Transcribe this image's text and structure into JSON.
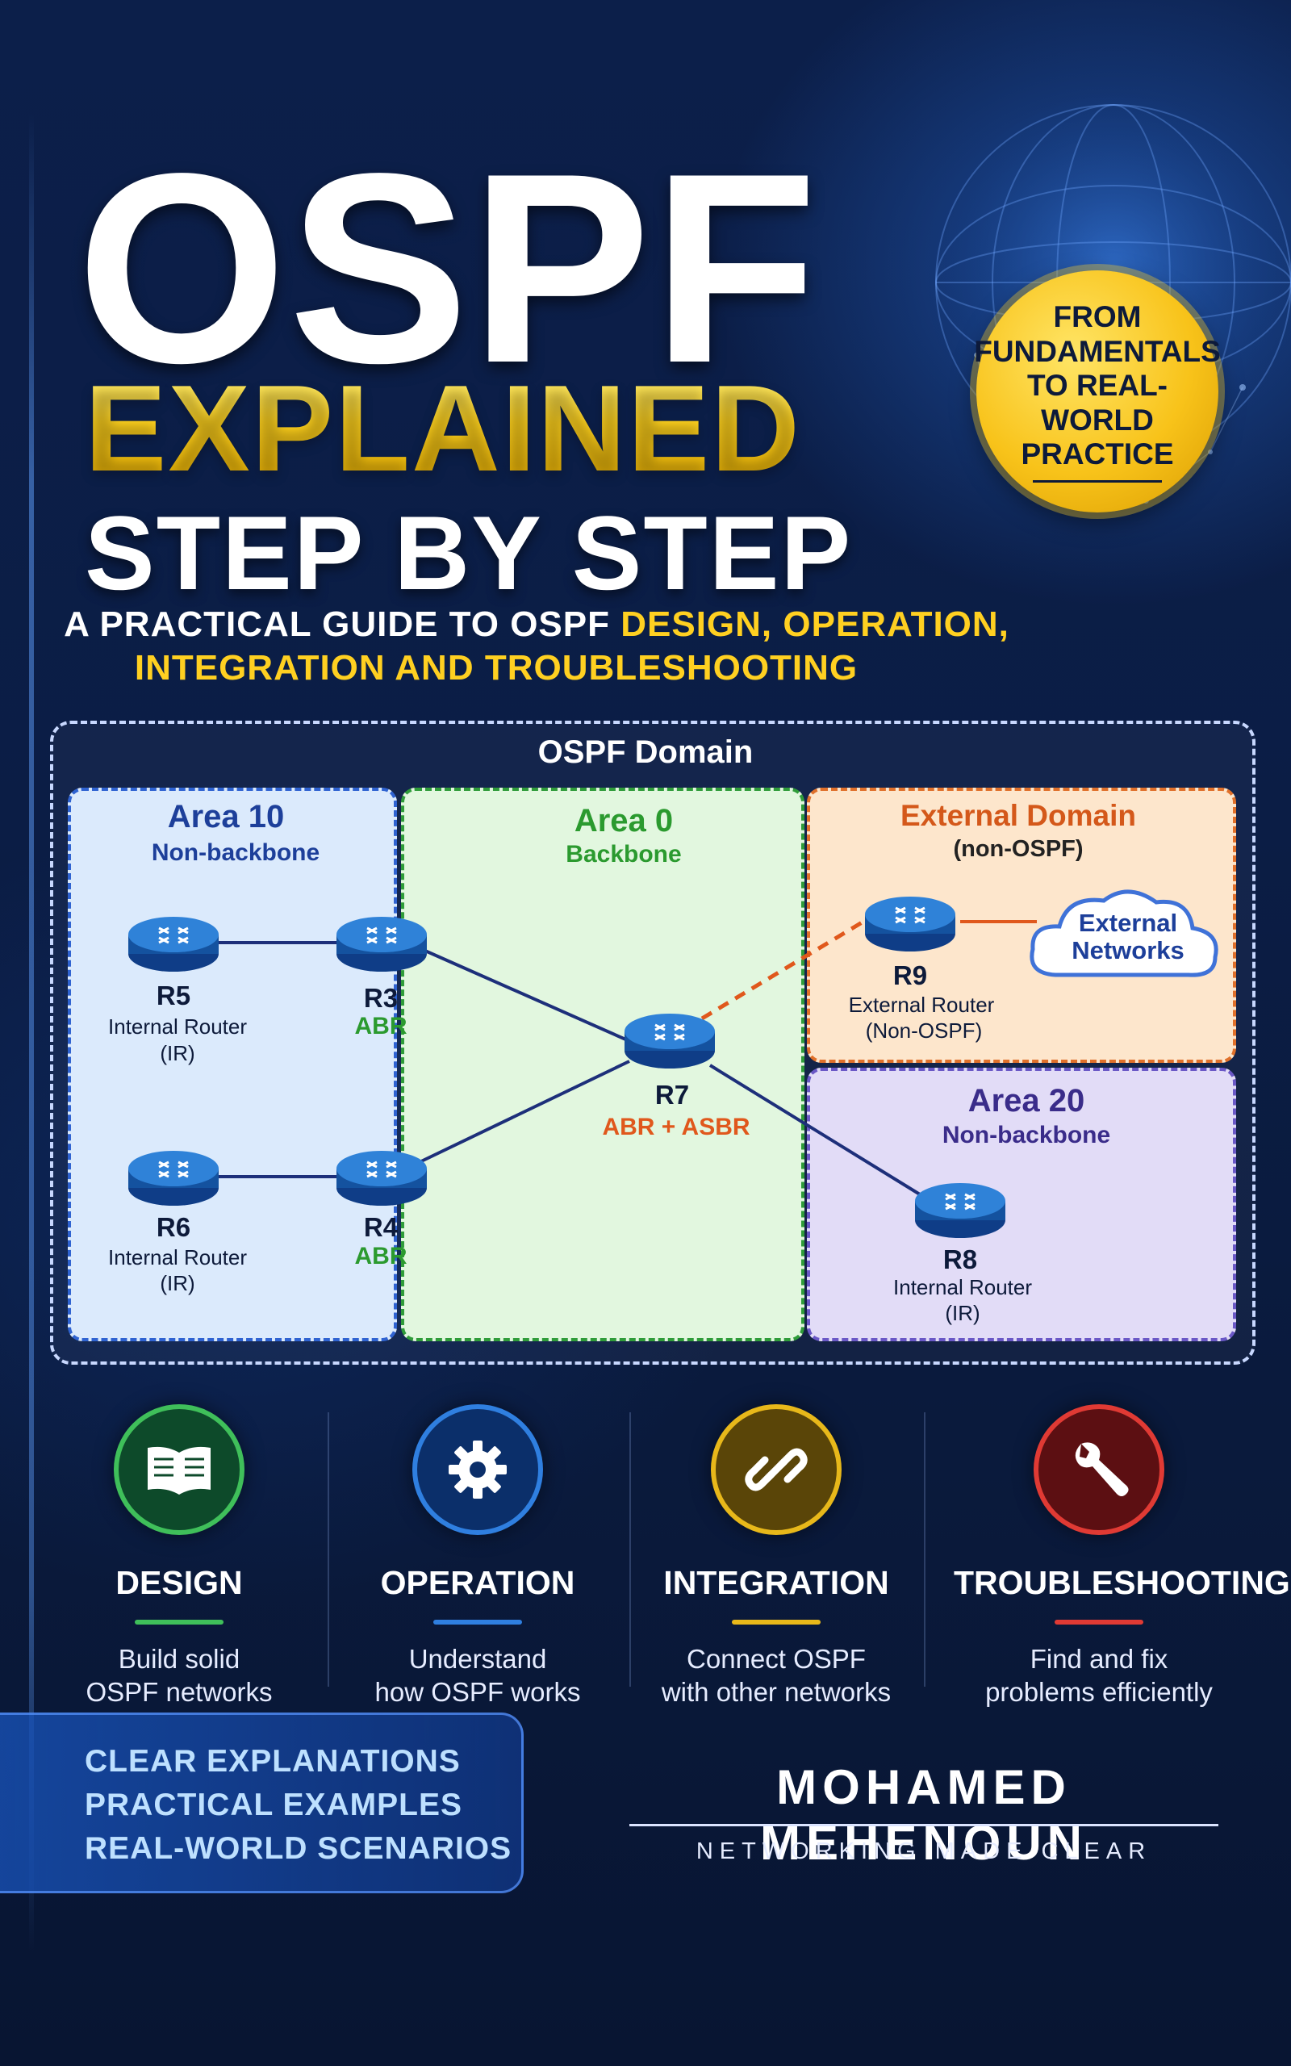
{
  "title": {
    "line1": "OSPF",
    "line2": "EXPLAINED",
    "line3": "STEP BY STEP"
  },
  "subtitle": {
    "part1": "A PRACTICAL GUIDE TO OSPF ",
    "part2": "DESIGN, OPERATION,",
    "part3": "INTEGRATION AND TROUBLESHOOTING"
  },
  "badge": [
    "FROM",
    "FUNDAMENTALS",
    "TO REAL-WORLD",
    "PRACTICE"
  ],
  "diagram": {
    "domain_title": "OSPF Domain",
    "areas": {
      "area10": {
        "name": "Area 10",
        "type": "Non-backbone"
      },
      "area0": {
        "name": "Area 0",
        "type": "Backbone"
      },
      "external": {
        "name": "External Domain",
        "type": "(non-OSPF)"
      },
      "area20": {
        "name": "Area 20",
        "type": "Non-backbone"
      }
    },
    "routers": {
      "R5": {
        "name": "R5",
        "role1": "Internal Router",
        "role2": "(IR)"
      },
      "R6": {
        "name": "R6",
        "role1": "Internal Router",
        "role2": "(IR)"
      },
      "R3": {
        "name": "R3",
        "role": "ABR"
      },
      "R4": {
        "name": "R4",
        "role": "ABR"
      },
      "R7": {
        "name": "R7",
        "role": "ABR + ASBR"
      },
      "R9": {
        "name": "R9",
        "role1": "External Router",
        "role2": "(Non-OSPF)"
      },
      "R8": {
        "name": "R8",
        "role1": "Internal Router",
        "role2": "(IR)"
      }
    },
    "cloud": {
      "line1": "External",
      "line2": "Networks"
    },
    "colors": {
      "blue": "#1d3f9a",
      "green": "#2b9a2f",
      "orange": "#e0581c",
      "ext_orange": "#d4581a",
      "purple": "#3a2c8a"
    }
  },
  "pillars": [
    {
      "title": "DESIGN",
      "desc1": "Build solid",
      "desc2": "OSPF networks",
      "icon": "book-icon",
      "color": "#3fbf5a"
    },
    {
      "title": "OPERATION",
      "desc1": "Understand",
      "desc2": "how OSPF works",
      "icon": "gear-icon",
      "color": "#2f7fe0"
    },
    {
      "title": "INTEGRATION",
      "desc1": "Connect OSPF",
      "desc2": "with other networks",
      "icon": "link-icon",
      "color": "#e8b81a"
    },
    {
      "title": "TROUBLESHOOTING",
      "desc1": "Find and fix",
      "desc2": "problems efficiently",
      "icon": "wrench-icon",
      "color": "#e03a34"
    }
  ],
  "features": [
    "CLEAR EXPLANATIONS",
    "PRACTICAL EXAMPLES",
    "REAL-WORLD SCENARIOS"
  ],
  "author": {
    "name": "MOHAMED MEHENOUN",
    "tagline": "NETWORKING MADE CLEAR"
  }
}
